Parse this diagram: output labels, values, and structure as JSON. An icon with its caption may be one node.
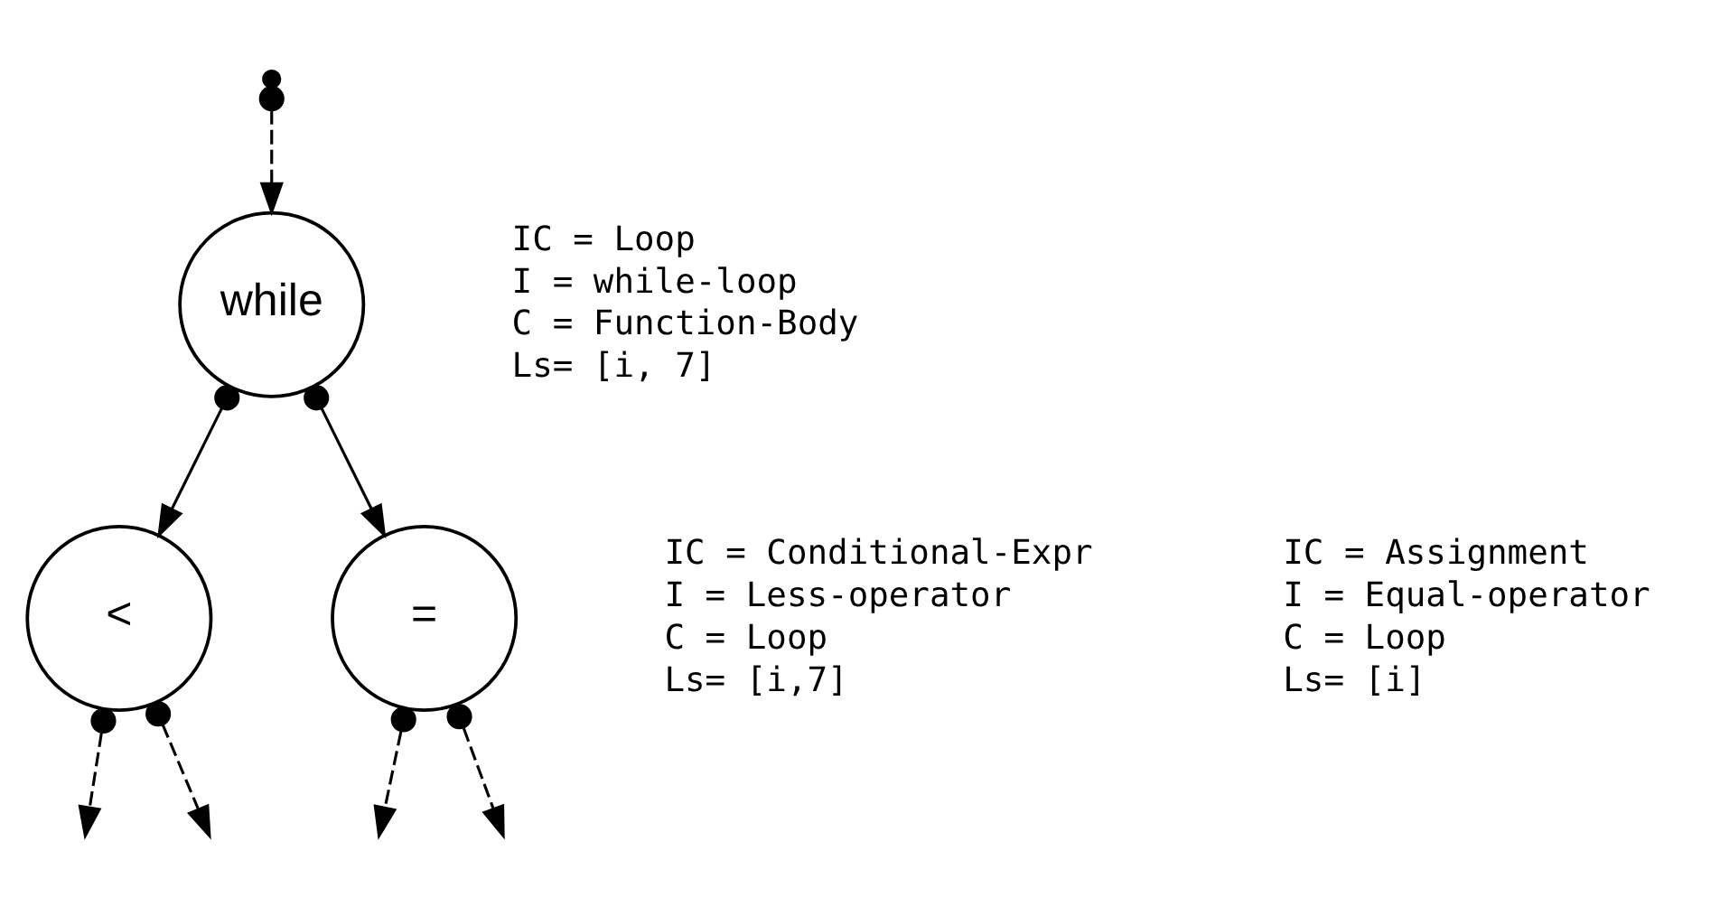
{
  "diagram": {
    "nodes": [
      {
        "text": [],
        "shape": "circle"
      },
      {
        "text": [
          "while"
        ],
        "beside": [
          "IC = Loop",
          "I = while-loop",
          "C = Function-Body",
          "Ls= [i, 7]"
        ]
      },
      {
        "text": [
          "<"
        ],
        "beside": [
          "IC = Conditional-Expr",
          "I = Less-operator",
          "C = Loop",
          "Ls= [i,7]"
        ]
      },
      {
        "text": [
          "="
        ],
        "beside": [
          "IC = Assignment",
          "I = Equal-operator",
          "C = Loop",
          "Ls= [i]"
        ]
      }
    ],
    "edges": [
      {
        "from": 0,
        "to": 1,
        "arrow": "to",
        "style": "dashed"
      },
      {
        "from": 1,
        "to": 2,
        "arrow": "to"
      },
      {
        "from": 1,
        "to": 3,
        "arrow": "to"
      },
      {
        "from": 2,
        "to": null,
        "arrow": "to",
        "style": "dashed"
      },
      {
        "from": 2,
        "to": null,
        "arrow": "to",
        "style": "dashed"
      },
      {
        "from": 3,
        "to": null,
        "arrow": "to",
        "style": "dashed"
      },
      {
        "from": 3,
        "to": null,
        "arrow": "to",
        "style": "dashed"
      }
    ]
  }
}
